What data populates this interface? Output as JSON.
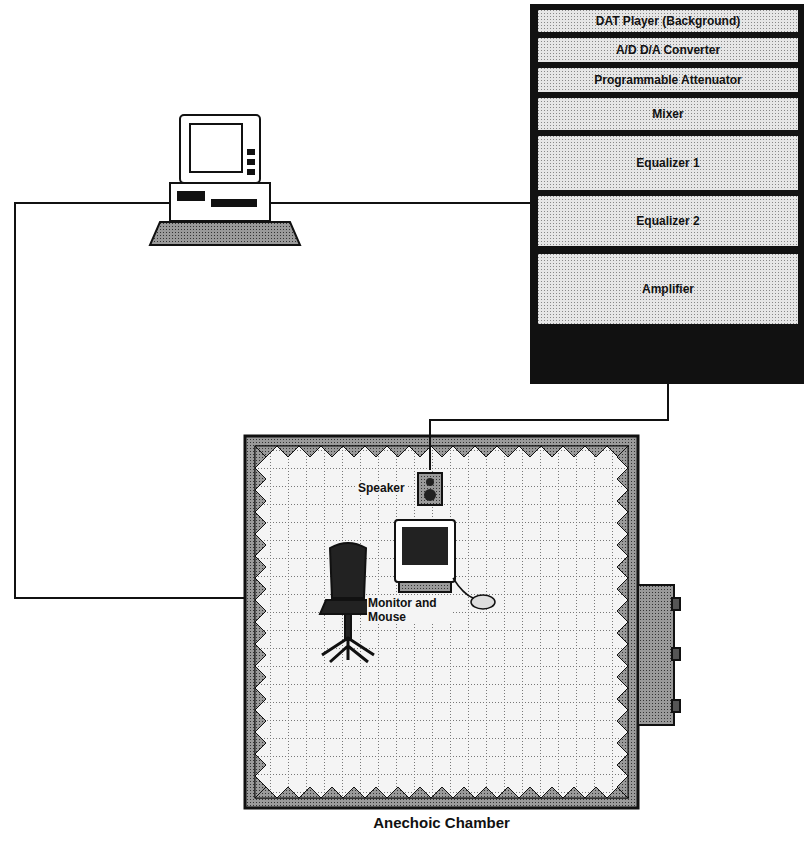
{
  "diagram": {
    "nodes": [
      {
        "text": [
          "DAT Player (Background)"
        ]
      },
      {
        "text": [
          "A/D D/A Converter"
        ]
      },
      {
        "text": [
          "Programmable Attenuator"
        ]
      },
      {
        "text": [
          "Mixer"
        ]
      },
      {
        "text": [
          "Equalizer 1"
        ]
      },
      {
        "text": [
          "Equalizer 2"
        ]
      },
      {
        "text": [
          "Amplifier"
        ]
      },
      {
        "text": [
          "Anechoic Chamber"
        ]
      },
      {
        "text": [
          "Speaker"
        ],
        "in": 7
      },
      {
        "text": [
          "Monitor and Mouse"
        ],
        "in": 7
      }
    ],
    "edges": [
      {
        "from": 6,
        "to": 8,
        "arrow": "none"
      }
    ]
  }
}
